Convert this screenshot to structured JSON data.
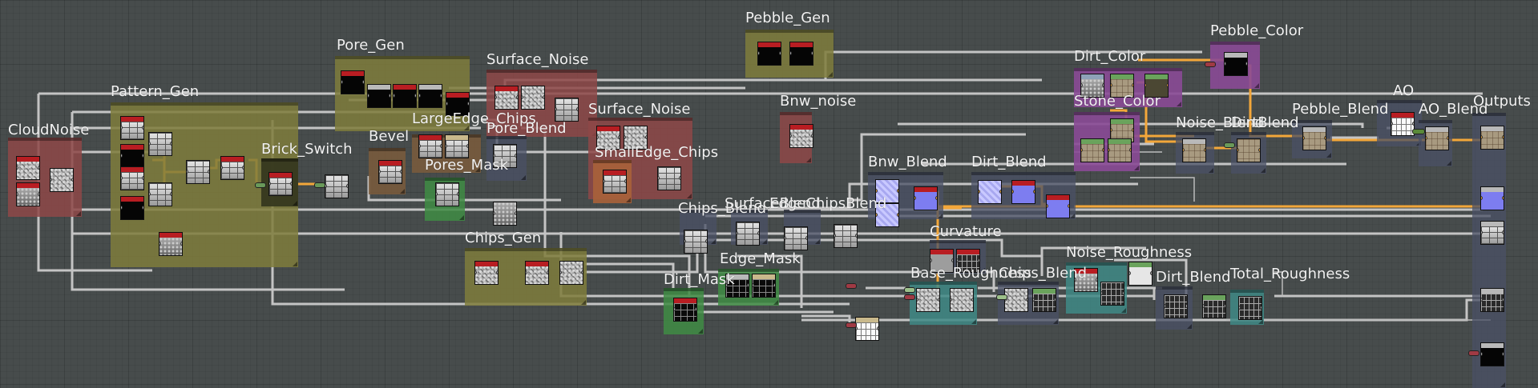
{
  "app": {
    "view": "Substance Designer graph view"
  },
  "colors": {
    "background": "#474c4c",
    "wire_grey": "#c4c4c4",
    "wire_orange": "#f3a73a",
    "frame_red": "#8e4848",
    "frame_olive": "#7f7d3c",
    "frame_purple": "#8a4a96",
    "frame_teal": "#3f8a86",
    "frame_slate": "#4a5066",
    "frame_green": "#3f8c44",
    "frame_brown": "#7b5c3c",
    "frame_orange": "#a8623a",
    "frame_darkolive": "#36381f",
    "header_red": "#b81d22",
    "header_grey": "#b9b9b9",
    "header_green": "#6aa35c"
  },
  "frames": [
    {
      "id": "cloudnoise",
      "title": "CloudNoise",
      "color": "frame_red"
    },
    {
      "id": "pattern_gen",
      "title": "Pattern_Gen",
      "color": "frame_olive"
    },
    {
      "id": "brick_switch",
      "title": "Brick_Switch",
      "color": "frame_darkolive"
    },
    {
      "id": "pore_gen",
      "title": "Pore_Gen",
      "color": "frame_olive"
    },
    {
      "id": "bevel",
      "title": "Bevel",
      "color": "frame_brown"
    },
    {
      "id": "largeedge_chips",
      "title": "LargeEdge_Chips",
      "color": "frame_brown"
    },
    {
      "id": "surface_noise_1",
      "title": "Surface_Noise",
      "color": "frame_red"
    },
    {
      "id": "pore_blend",
      "title": "Pore_Blend",
      "color": "frame_slate"
    },
    {
      "id": "pores_mask",
      "title": "Pores_Mask",
      "color": "frame_green"
    },
    {
      "id": "surface_noise_2",
      "title": "Surface_Noise",
      "color": "frame_red"
    },
    {
      "id": "smalledge_chips",
      "title": "SmallEdge_Chips",
      "color": "frame_orange"
    },
    {
      "id": "pebble_gen",
      "title": "Pebble_Gen",
      "color": "frame_olive"
    },
    {
      "id": "bnw_noise",
      "title": "Bnw_noise",
      "color": "frame_red"
    },
    {
      "id": "chips_gen",
      "title": "Chips_Gen",
      "color": "frame_olive"
    },
    {
      "id": "chips_blend_1",
      "title": "Chips_Blend",
      "color": "frame_slate"
    },
    {
      "id": "surface_blend",
      "title": "SurfaceBlend",
      "color": "frame_slate"
    },
    {
      "id": "edge_chips_blend",
      "title": "EdgeChipsBlend",
      "color": "frame_slate"
    },
    {
      "id": "bnw_blend",
      "title": "Bnw_Blend",
      "color": "frame_slate"
    },
    {
      "id": "dirt_blend_1",
      "title": "Dirt_Blend",
      "color": "frame_slate"
    },
    {
      "id": "edge_mask",
      "title": "Edge_Mask",
      "color": "frame_green"
    },
    {
      "id": "dirt_mask",
      "title": "Dirt_Mask",
      "color": "frame_green"
    },
    {
      "id": "curvature",
      "title": "Curvature",
      "color": "frame_slate"
    },
    {
      "id": "base_roughness",
      "title": "Base_Roughness",
      "color": "frame_teal"
    },
    {
      "id": "chips_blend_2",
      "title": "Chips_Blend",
      "color": "frame_slate"
    },
    {
      "id": "noise_roughness",
      "title": "Noise_Roughness",
      "color": "frame_teal"
    },
    {
      "id": "dirt_blend_2",
      "title": "Dirt_Blend",
      "color": "frame_slate"
    },
    {
      "id": "total_roughness",
      "title": "Total_Roughness",
      "color": "frame_teal"
    },
    {
      "id": "dirt_color",
      "title": "Dirt_Color",
      "color": "frame_purple"
    },
    {
      "id": "stone_color",
      "title": "Stone_Color",
      "color": "frame_purple"
    },
    {
      "id": "pebble_color",
      "title": "Pebble_Color",
      "color": "frame_purple"
    },
    {
      "id": "noise_blend",
      "title": "Noise_Blend",
      "color": "frame_slate"
    },
    {
      "id": "dirt_blend_3",
      "title": "DirtBlend",
      "color": "frame_slate"
    },
    {
      "id": "pebble_blend",
      "title": "Pebble_Blend",
      "color": "frame_slate"
    },
    {
      "id": "ao",
      "title": "AO",
      "color": "frame_slate"
    },
    {
      "id": "ao_blend",
      "title": "AO_Blend",
      "color": "frame_slate"
    },
    {
      "id": "outputs",
      "title": "Outputs",
      "color": "frame_slate"
    }
  ],
  "node_types": {
    "noise": "noise-texture-node",
    "brick": "brick-pattern-node",
    "black": "black-mask-node",
    "tiles": "tile-grid-node",
    "purple": "normal-map-node",
    "blue": "normal-output-node",
    "tan": "color-node",
    "white": "white-mask-node",
    "grey": "grayscale-node",
    "darkgrid": "roughness-grid-node",
    "whitegrid": "height-grid-node",
    "stone": "stone-texture-node"
  }
}
